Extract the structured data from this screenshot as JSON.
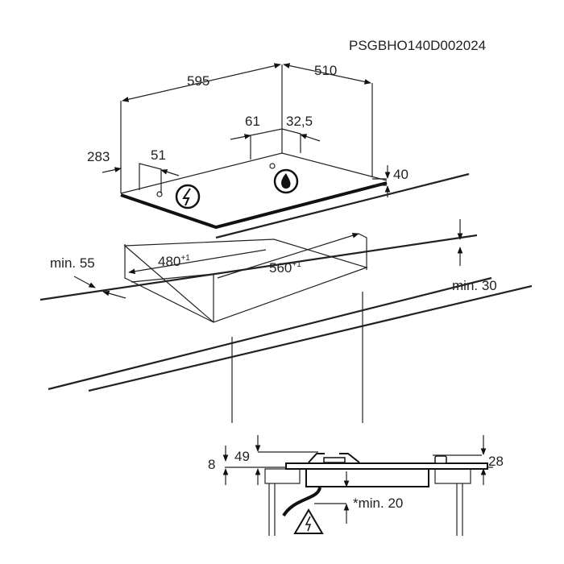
{
  "code": "PSGBHO140D002024",
  "dims": {
    "width": "595",
    "depth": "510",
    "d61": "61",
    "d32_5": "32,5",
    "d283": "283",
    "d51": "51",
    "height40": "40",
    "cutout_depth": "480",
    "cutout_width": "560",
    "tolerance": "+1",
    "min55": "min. 55",
    "min30": "min. 30",
    "d8": "8",
    "d49": "49",
    "d28": "28",
    "min20": "*min. 20"
  },
  "icons": [
    "electric-connection-icon",
    "gas-connection-icon",
    "electric-hazard-icon"
  ]
}
